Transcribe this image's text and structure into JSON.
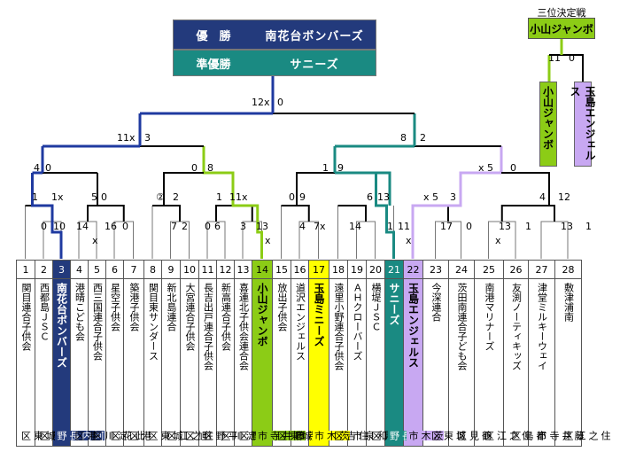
{
  "champion": {
    "label": "優　勝",
    "team": "南花台ボンバーズ"
  },
  "runner_up": {
    "label": "準優勝",
    "team": "サニーズ"
  },
  "third_place": {
    "title": "三位決定戦",
    "winner": "小山ジャンボ",
    "team_a": "小山ジャンボ",
    "team_b": "玉島エンジェルス",
    "score_a": "11",
    "score_b": "0"
  },
  "colors": {
    "champion": "#233a7c",
    "champion_path": "#1f3aa0",
    "runner_up": "#1a8a82",
    "third_winner": "#8ccc16",
    "third_loser": "#c8a8f2",
    "yellow": "#ffff00"
  },
  "teams": [
    {
      "num": "1",
      "name": "関目連合子供会",
      "area": "城東区"
    },
    {
      "num": "2",
      "name": "西都島ＪＳＣ",
      "area": "都島区"
    },
    {
      "num": "3",
      "name": "南花台ボンバーズ",
      "area": "河内長野",
      "highlight": "champion"
    },
    {
      "num": "4",
      "name": "港晴こども会",
      "area": "港区"
    },
    {
      "num": "5",
      "name": "西三国連合子供会",
      "area": "淀川区"
    },
    {
      "num": "6",
      "name": "星空子供会",
      "area": "此花区"
    },
    {
      "num": "7",
      "name": "築港子供会",
      "area": "港区"
    },
    {
      "num": "8",
      "name": "関目東サンダース",
      "area": "城東区"
    },
    {
      "num": "9",
      "name": "新北島連合",
      "area": "住之江区"
    },
    {
      "num": "10",
      "name": "大宮連合子供会",
      "area": "旭区"
    },
    {
      "num": "11",
      "name": "長吉出戸連合子供会",
      "area": "平野区"
    },
    {
      "num": "12",
      "name": "新高連合子供会",
      "area": "淀川区"
    },
    {
      "num": "13",
      "name": "喜連北子供会連合会",
      "area": "平野区"
    },
    {
      "num": "14",
      "name": "小山ジャンボ",
      "area": "藤井寺市",
      "highlight": "third"
    },
    {
      "num": "15",
      "name": "放出子供会",
      "area": "城東区"
    },
    {
      "num": "16",
      "name": "道沢エンジェルス",
      "area": "藤井寺市"
    },
    {
      "num": "17",
      "name": "玉島ミニーズ",
      "area": "茨木市",
      "highlight": "yellow"
    },
    {
      "num": "18",
      "name": "遠里小野連合子供会",
      "area": "住吉区"
    },
    {
      "num": "19",
      "name": "ＡＨクローバーズ",
      "area": "和泉市"
    },
    {
      "num": "20",
      "name": "横堤ＪＳＣ",
      "area": "鶴見区"
    },
    {
      "num": "21",
      "name": "サニーズ",
      "area": "河内長野",
      "highlight": "runner"
    },
    {
      "num": "22",
      "name": "玉島エンジェルス",
      "area": "茨木市",
      "highlight": "fourth"
    },
    {
      "num": "23",
      "name": "今深連合",
      "area": "城東区"
    },
    {
      "num": "24",
      "name": "茨田南連合子ども会",
      "area": "鶴見区"
    },
    {
      "num": "25",
      "name": "南港マリナーズ",
      "area": "住之江区"
    },
    {
      "num": "26",
      "name": "友渕ノーティキッズ",
      "area": "都島区"
    },
    {
      "num": "27",
      "name": "津堂ミルキーウェイ",
      "area": "藤井寺市"
    },
    {
      "num": "28",
      "name": "敷津浦南",
      "area": "住之江区"
    }
  ],
  "scores": {
    "f_l": "12x",
    "f_r": "0",
    "sl_l": "11x",
    "sl_r": "3",
    "sr_l": "8",
    "sr_r": "2",
    "q1_l": "4",
    "q1_r": "0",
    "q2_l": "0",
    "q2_r": "8",
    "q3_l": "1",
    "q3_r": "9",
    "q4_l": "x 5",
    "q4_r": "0",
    "r2a_l": "1",
    "r2a_r": "1x",
    "r2b_l": "5",
    "r2b_r": "0",
    "r2c_l": "②",
    "r2c_r": "2",
    "r2d_l": "1",
    "r2d_r": "11x",
    "r2e_l": "0",
    "r2e_r": "9",
    "r2f_l": "6",
    "r2f_r": "13",
    "r2g_l": "x 5",
    "r2g_r": "3",
    "r2h_l": "4",
    "r2h_r": "12",
    "m3_l": "0",
    "m3_r": "10",
    "m5_l": "14",
    "m5_r": "x",
    "m6_l": "16",
    "m6_r": "0",
    "m9_l": "7",
    "m9_r": "2",
    "m11_l": "0",
    "m11_r": "6",
    "m13_l": "3",
    "m13_r": "13",
    "m14_x": "x",
    "m16_l": "4",
    "m16_r": "7x",
    "m19_l": "14",
    "m20_l": "1",
    "m20_r": "11",
    "m20_x": "x",
    "m23_l": "17",
    "m23_r": "0",
    "m25_l": "13",
    "m25_r": "1",
    "m25_x": "x",
    "m28_l": "13",
    "m28_r": "1"
  }
}
